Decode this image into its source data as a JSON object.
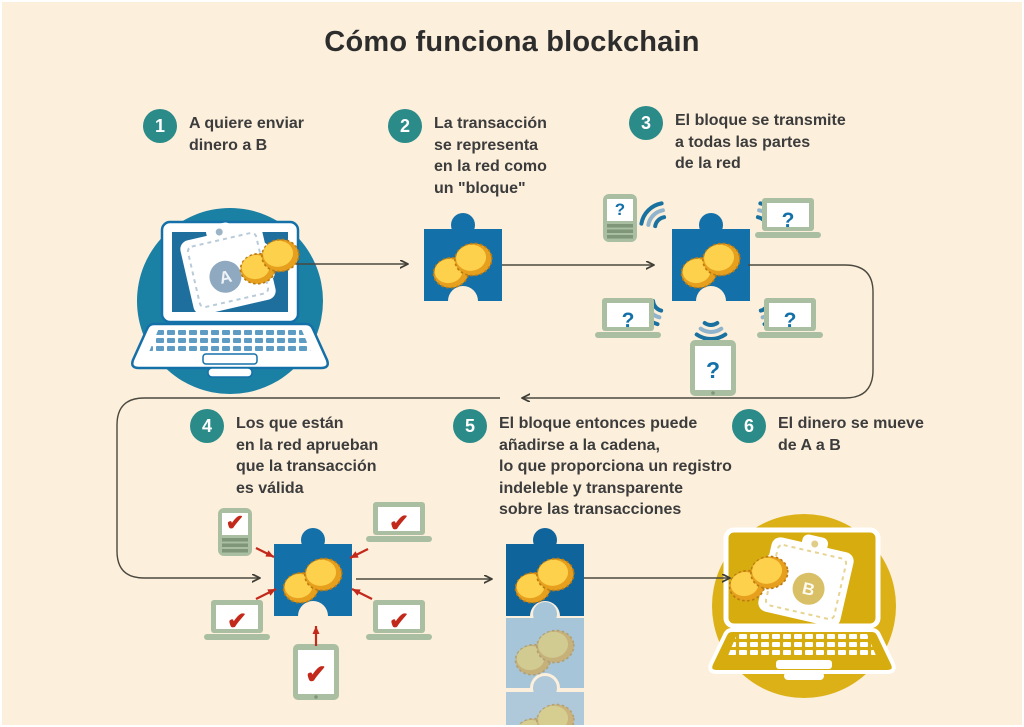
{
  "title": "Cómo funciona blockchain",
  "steps": [
    {
      "num": "1",
      "text": "A quiere enviar\ndinero a B"
    },
    {
      "num": "2",
      "text": "La transacción\nse representa\nen la red como\nun \"bloque\""
    },
    {
      "num": "3",
      "text": "El bloque se transmite\na todas las partes\nde la red"
    },
    {
      "num": "4",
      "text": "Los que están\nen la red aprueban\nque la transacción\nes válida"
    },
    {
      "num": "5",
      "text": "El bloque entonces puede\nañadirse a la cadena,\nlo que proporciona un registro\nindeleble y transparente\nsobre las transacciones"
    },
    {
      "num": "6",
      "text": "El dinero se mueve\nde A a B"
    }
  ],
  "glyphs": {
    "question": "?",
    "check": "✔",
    "wallet_a": "A",
    "wallet_b": "B"
  },
  "colors": {
    "background": "#fcefdc",
    "badge_teal": "#2b8b89",
    "text": "#3c3c3c",
    "block_blue": "#1470a8",
    "chain_top_blue": "#0f649c",
    "chain_mid_blue": "#a6c5d9",
    "chain_bottom_blue": "#afc9da",
    "coin_gold": "#fdd14b",
    "coin_edge": "#e79f1e",
    "device_sage": "#aabfa1",
    "check_red": "#c3291b",
    "laptop_a_circle": "#1a80a4",
    "laptop_a_screen": "#1e6f9e",
    "laptop_b_circle": "#dcb117",
    "laptop_b_gold": "#d7ac0e",
    "connector": "#4b493f"
  }
}
